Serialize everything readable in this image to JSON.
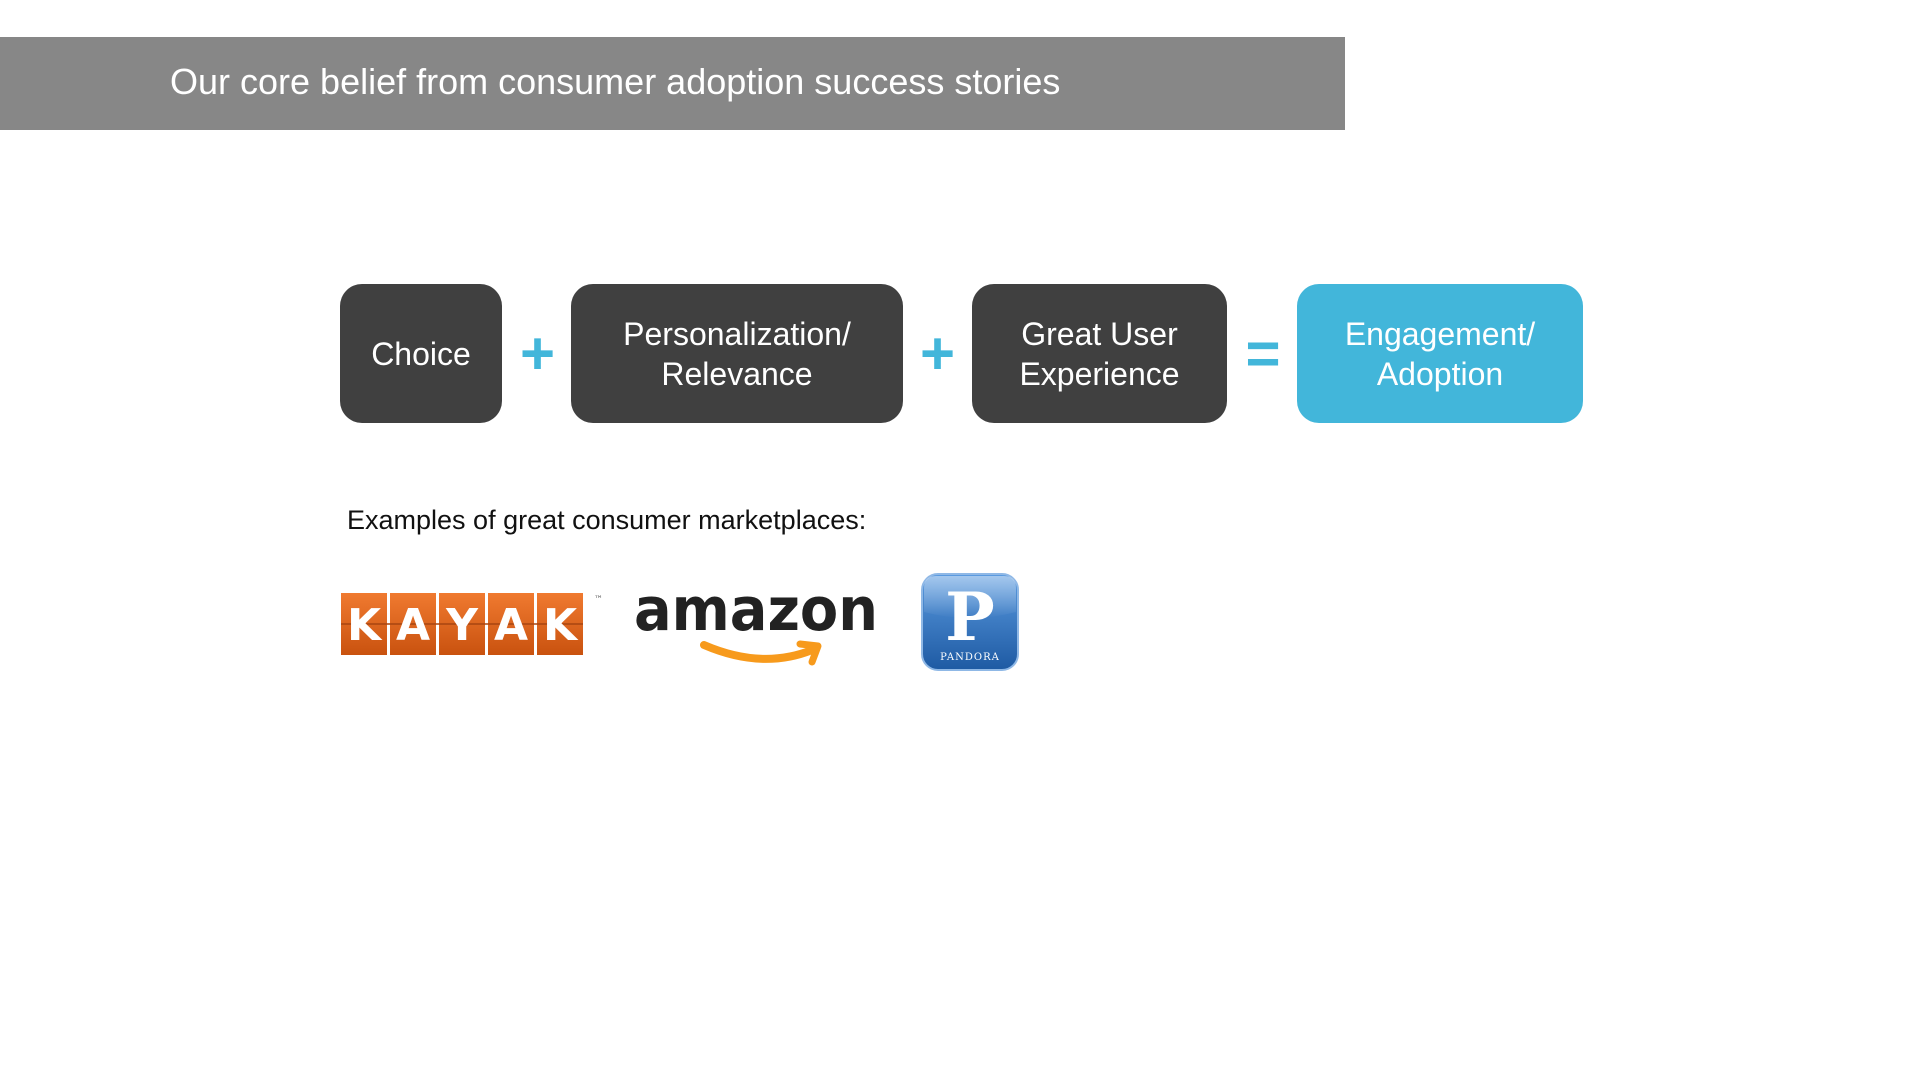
{
  "header": {
    "title": "Our core belief from consumer adoption success stories"
  },
  "equation": {
    "terms": [
      {
        "lines": [
          "Choice"
        ]
      },
      {
        "lines": [
          "Personalization/",
          "Relevance"
        ]
      },
      {
        "lines": [
          "Great User",
          "Experience"
        ]
      }
    ],
    "result": {
      "lines": [
        "Engagement/",
        "Adoption"
      ]
    },
    "plus_sign": "+",
    "equals_sign": "="
  },
  "examples": {
    "label": "Examples of great consumer marketplaces:",
    "logos": [
      {
        "name": "kayak-logo",
        "letters": [
          "K",
          "A",
          "Y",
          "A",
          "K"
        ],
        "tm": "™"
      },
      {
        "name": "amazon-logo",
        "text": "amazon"
      },
      {
        "name": "pandora-logo",
        "letter": "P",
        "text": "PANDORA"
      }
    ]
  },
  "colors": {
    "title_bar": "#878787",
    "box_dark": "#404040",
    "accent": "#42b6da",
    "kayak_orange": "#e2641e",
    "amazon_orange": "#f79a1c",
    "pandora_blue": "#2a6cb4"
  }
}
